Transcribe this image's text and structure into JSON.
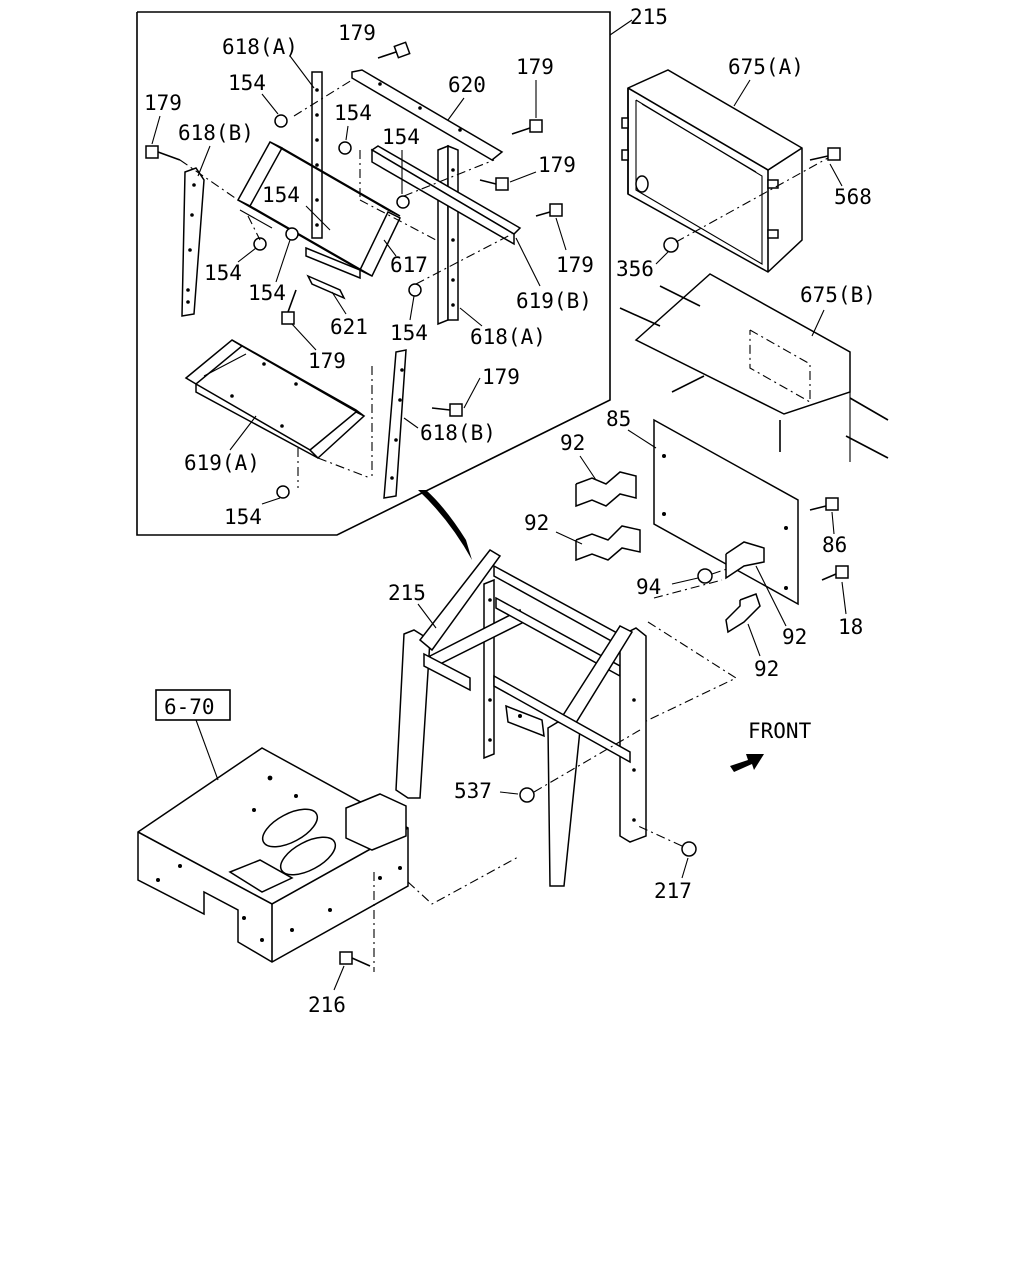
{
  "diagram": {
    "group_label": "215",
    "reference_box": "6-70",
    "direction_label": "FRONT",
    "callouts": {
      "c215_main": "215",
      "c618a_top": "618(A)",
      "c179_top": "179",
      "c154_a": "154",
      "c620": "620",
      "c179_b": "179",
      "c179_left": "179",
      "c618b_left": "618(B)",
      "c154_b": "154",
      "c154_c": "154",
      "c179_c": "179",
      "c154_d": "154",
      "c617": "617",
      "c179_d": "179",
      "c154_e": "154",
      "c154_f": "154",
      "c621": "621",
      "c154_g": "154",
      "c619b": "619(B)",
      "c618a_right": "618(A)",
      "c179_e": "179",
      "c179_f": "179",
      "c618b_bottom": "618(B)",
      "c619a": "619(A)",
      "c154_h": "154",
      "c675a": "675(A)",
      "c568": "568",
      "c356": "356",
      "c675b": "675(B)",
      "c85": "85",
      "c92_a": "92",
      "c92_b": "92",
      "c86": "86",
      "c94": "94",
      "c18": "18",
      "c92_c": "92",
      "c92_d": "92",
      "c215_frame": "215",
      "c537": "537",
      "c217": "217",
      "c216": "216"
    }
  }
}
